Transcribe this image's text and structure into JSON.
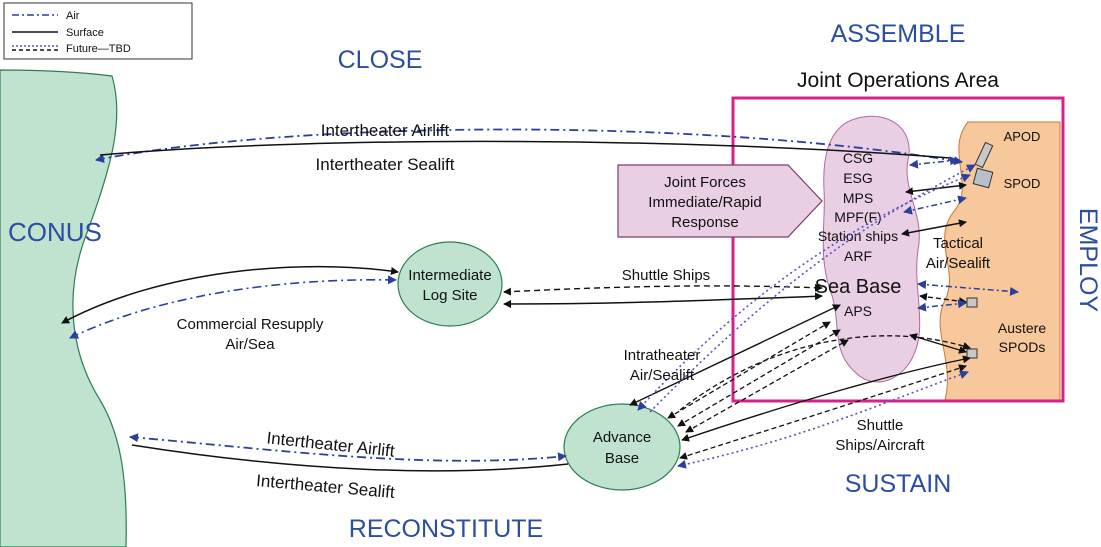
{
  "colors": {
    "air": "#2b3f9c",
    "surface": "#111111",
    "future": "#5a52b8",
    "conus_fill": "#bfe3cf",
    "node_fill": "#bfe3cf",
    "sea_base_fill": "#e9cfe4",
    "ashore_fill": "#f7c89b",
    "joa_border": "#d6218a",
    "phase_text": "#2b4ea3"
  },
  "legend": {
    "air": "Air",
    "surface": "Surface",
    "future": "Future—TBD"
  },
  "phases": {
    "close": "CLOSE",
    "assemble": "ASSEMBLE",
    "employ": "EMPLOY",
    "sustain": "SUSTAIN",
    "reconstitute": "RECONSTITUTE"
  },
  "regions": {
    "joa_title": "Joint Operations Area",
    "conus": "CONUS"
  },
  "nodes": {
    "intermediate_line1": "Intermediate",
    "intermediate_line2": "Log Site",
    "advance_line1": "Advance",
    "advance_line2": "Base",
    "apod": "APOD",
    "spod": "SPOD",
    "austere_line1": "Austere",
    "austere_line2": "SPODs",
    "joint_forces_line1": "Joint Forces",
    "joint_forces_line2": "Immediate/Rapid",
    "joint_forces_line3": "Response"
  },
  "sea_base": {
    "items": [
      "CSG",
      "ESG",
      "MPS",
      "MPF(F)",
      "Station ships",
      "ARF"
    ],
    "title": "Sea Base",
    "aps": "APS"
  },
  "labels": {
    "intertheater_airlift_top": "Intertheater Airlift",
    "intertheater_sealift_top": "Intertheater Sealift",
    "shuttle_ships": "Shuttle Ships",
    "commercial_line1": "Commercial Resupply",
    "commercial_line2": "Air/Sea",
    "tactical_line1": "Tactical",
    "tactical_line2": "Air/Sealift",
    "intratheater_line1": "Intratheater",
    "intratheater_line2": "Air/Sealift",
    "shuttle_aircraft_line1": "Shuttle",
    "shuttle_aircraft_line2": "Ships/Aircraft",
    "intertheater_airlift_bottom": "Intertheater Airlift",
    "intertheater_sealift_bottom": "Intertheater Sealift"
  }
}
